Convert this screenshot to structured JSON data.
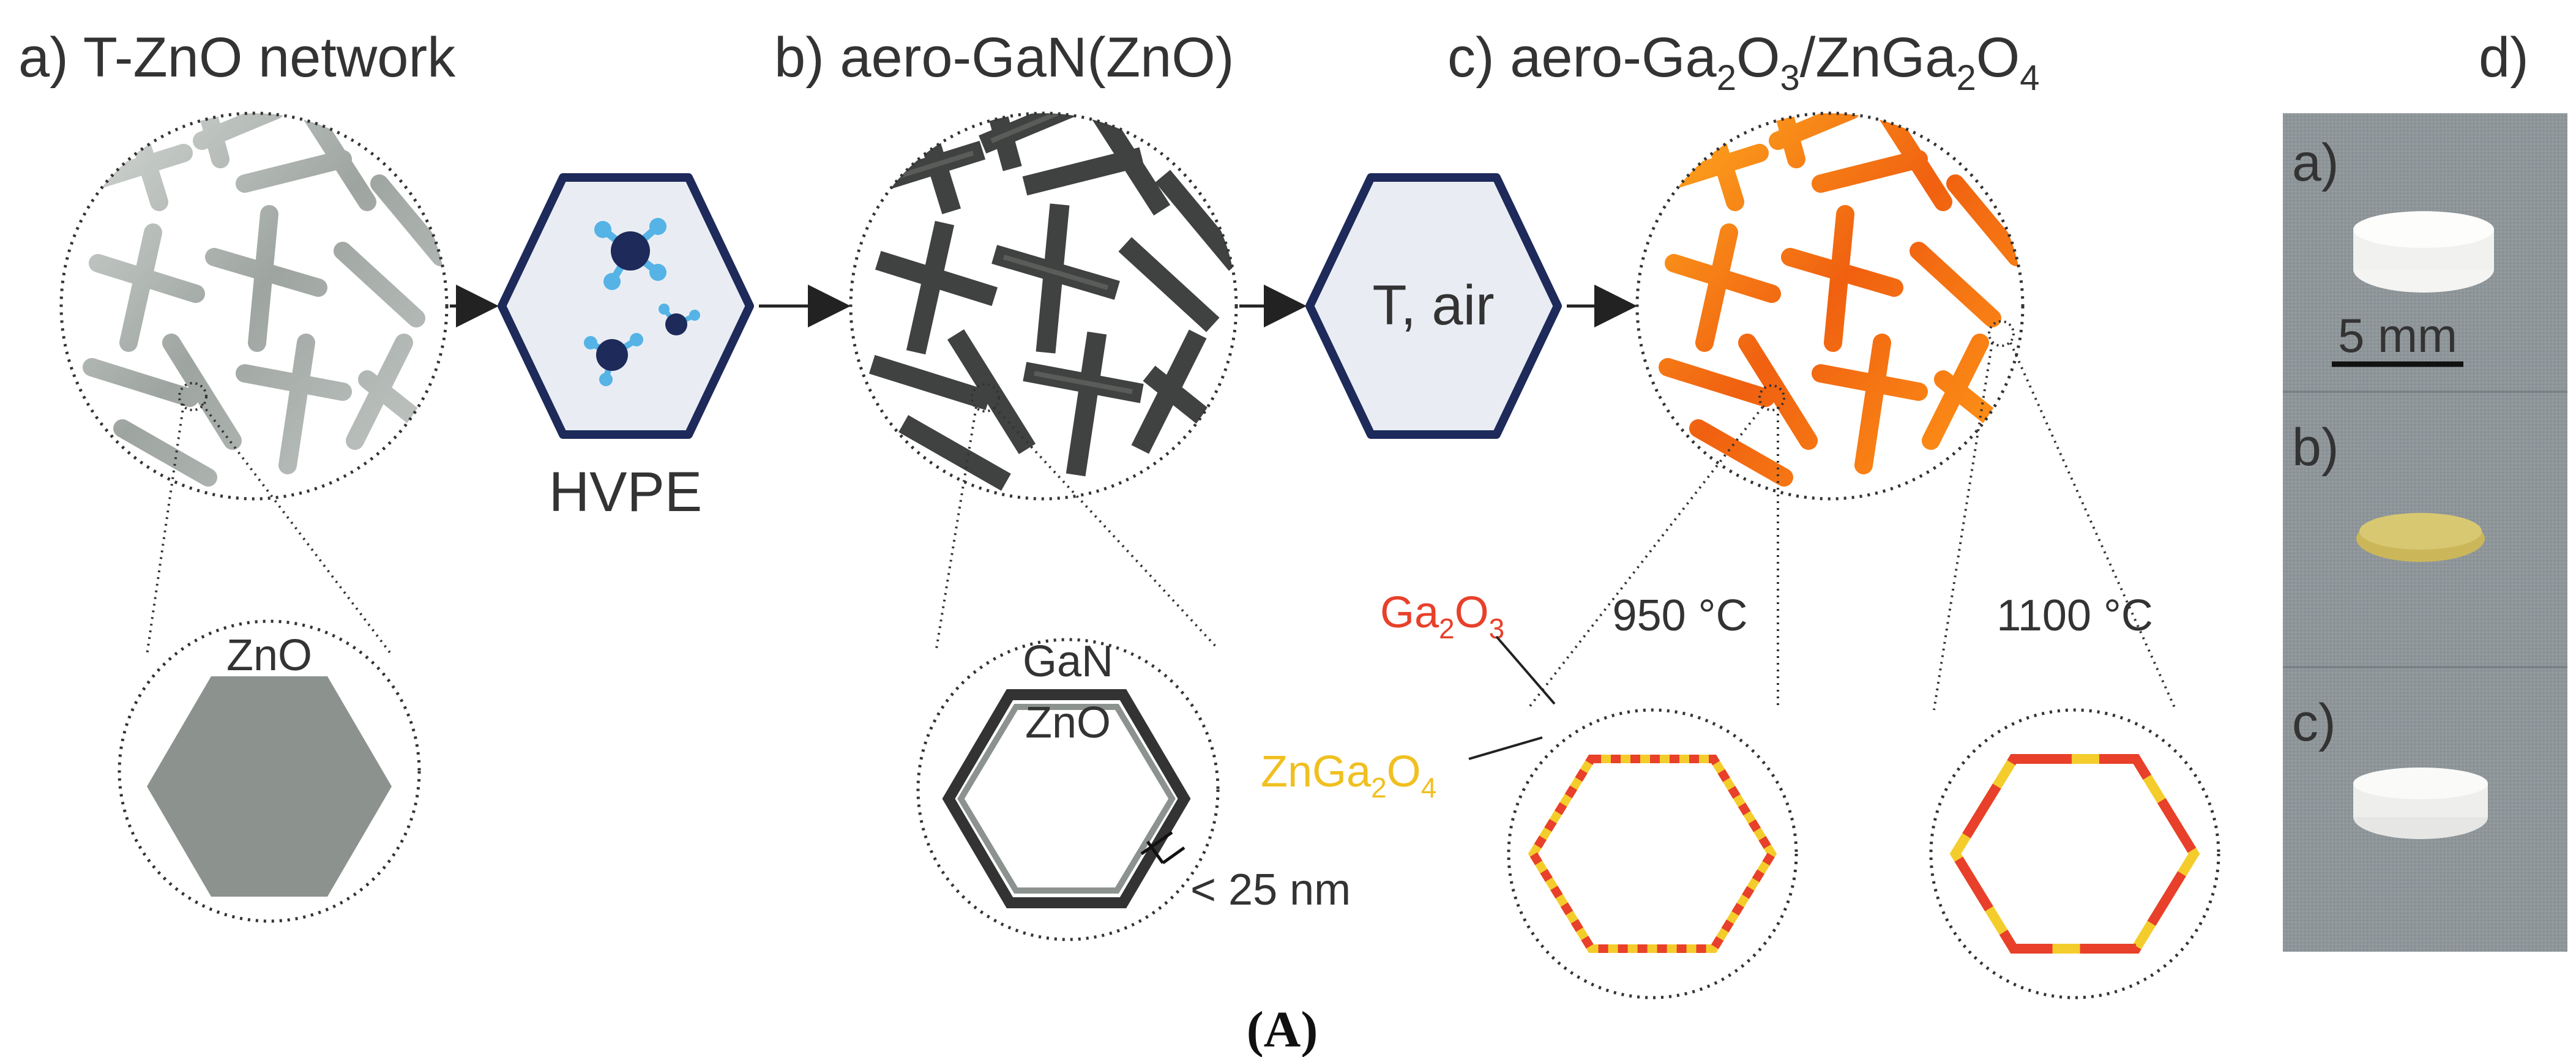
{
  "panels": {
    "a_title": "a) T-ZnO network",
    "b_title": "b) aero-GaN(ZnO)",
    "c_title": {
      "prefix": "c) aero-Ga",
      "sub1": "2",
      "mid1": "O",
      "sub2": "3",
      "mid2": "/ZnGa",
      "sub3": "2",
      "mid3": "O",
      "sub4": "4"
    },
    "d_title": "d)"
  },
  "process": {
    "hvpe_label": "HVPE",
    "anneal_label": "T, air"
  },
  "cross_sections": {
    "zno_label": "ZnO",
    "gan_label": "GaN",
    "zno_inner_label": "ZnO",
    "thickness_label": "< 25 nm",
    "temp_950": "950 °C",
    "temp_1100": "1100 °C",
    "ga2o3_label": {
      "base": "Ga",
      "sub1": "2",
      "mid": "O",
      "sub2": "3"
    },
    "znga2o4_label": {
      "base": "ZnGa",
      "sub1": "2",
      "mid": "O",
      "sub2": "4"
    }
  },
  "photos": {
    "a_label": "a)",
    "b_label": "b)",
    "c_label": "c)",
    "scale_bar": "5 mm"
  },
  "figure_label": "(A)",
  "colors": {
    "zno_gray": "#8c938f",
    "gan_dark": "#3a3a3a",
    "hexagon_border": "#1d2a5a",
    "hexagon_fill": "#e9edf3",
    "ga2o3_red": "#e8402a",
    "znga2o4_yellow": "#f4cd2c",
    "photo_bg": "#8e969a"
  }
}
